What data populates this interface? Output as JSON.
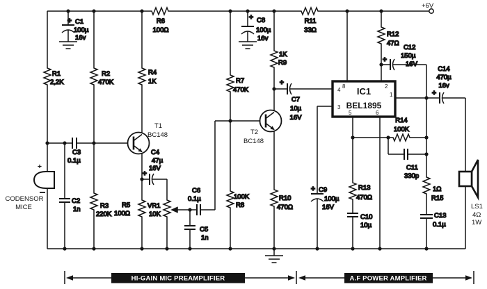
{
  "supply": {
    "label": "+6V"
  },
  "sections": {
    "preamp": "HI-GAIN MIC PREAMPLIFIER",
    "power": "A.F POWER AMPLIFIER"
  },
  "mic": {
    "line1": "CODENSOR",
    "line2": "MICE",
    "plus": "+"
  },
  "speaker": {
    "ref": "LS1",
    "impedance": "4Ω",
    "power": "1W"
  },
  "ic": {
    "ref": "IC1",
    "part": "BEL1895",
    "pins": {
      "p1": "1",
      "p2": "2",
      "p3": "3",
      "p4": "4",
      "p5": "5",
      "p6": "6",
      "p8": "8"
    }
  },
  "transistors": {
    "t1": {
      "ref": "T1",
      "part": "BC148"
    },
    "t2": {
      "ref": "T2",
      "part": "BC148"
    }
  },
  "resistors": {
    "r1": {
      "ref": "R1",
      "value": "2,2K"
    },
    "r2": {
      "ref": "R2",
      "value": "470K"
    },
    "r3": {
      "ref": "R3",
      "value": "220K"
    },
    "r4": {
      "ref": "R4",
      "value": "1K"
    },
    "r5": {
      "ref": "R5",
      "value": "100Ω"
    },
    "r6": {
      "ref": "R6",
      "value": "100Ω"
    },
    "r7": {
      "ref": "R7",
      "value": "470K"
    },
    "r8": {
      "ref": "R8",
      "value": "100K"
    },
    "r9": {
      "ref": "R9",
      "value": "1K"
    },
    "r10": {
      "ref": "R10",
      "value": "470Ω"
    },
    "r11": {
      "ref": "R11",
      "value": "33Ω"
    },
    "r12": {
      "ref": "R12",
      "value": "47Ω"
    },
    "r13": {
      "ref": "R13",
      "value": "470Ω"
    },
    "r14": {
      "ref": "R14",
      "value": "100K"
    },
    "r15": {
      "ref": "R15",
      "value": "1Ω"
    },
    "vr1": {
      "ref": "VR1",
      "value": "10K"
    }
  },
  "capacitors": {
    "c1": {
      "ref": "C1",
      "value": "100µ",
      "voltage": "16v",
      "plus": "+"
    },
    "c2": {
      "ref": "C2",
      "value": "1n"
    },
    "c3": {
      "ref": "C3",
      "value": "0.1µ"
    },
    "c4": {
      "ref": "C4",
      "value": "47µ",
      "voltage": "16V",
      "plus": "+"
    },
    "c5": {
      "ref": "C5",
      "value": "1n"
    },
    "c6": {
      "ref": "C6",
      "value": "0.1µ"
    },
    "c7": {
      "ref": "C7",
      "value": "10µ",
      "voltage": "16V",
      "plus": "+"
    },
    "c8": {
      "ref": "C8",
      "value": "100µ",
      "voltage": "16v",
      "plus": "+"
    },
    "c9": {
      "ref": "C9",
      "value": "100µ",
      "voltage": "16V",
      "plus": "+"
    },
    "c10": {
      "ref": "C10",
      "value": "10µ"
    },
    "c11": {
      "ref": "C11",
      "value": "330p"
    },
    "c12": {
      "ref": "C12",
      "value": "150µ",
      "voltage": "16V",
      "plus": "+"
    },
    "c13": {
      "ref": "C13",
      "value": "0.1µ"
    },
    "c14": {
      "ref": "C14",
      "value": "470µ",
      "voltage": "16v",
      "plus": "+"
    }
  }
}
